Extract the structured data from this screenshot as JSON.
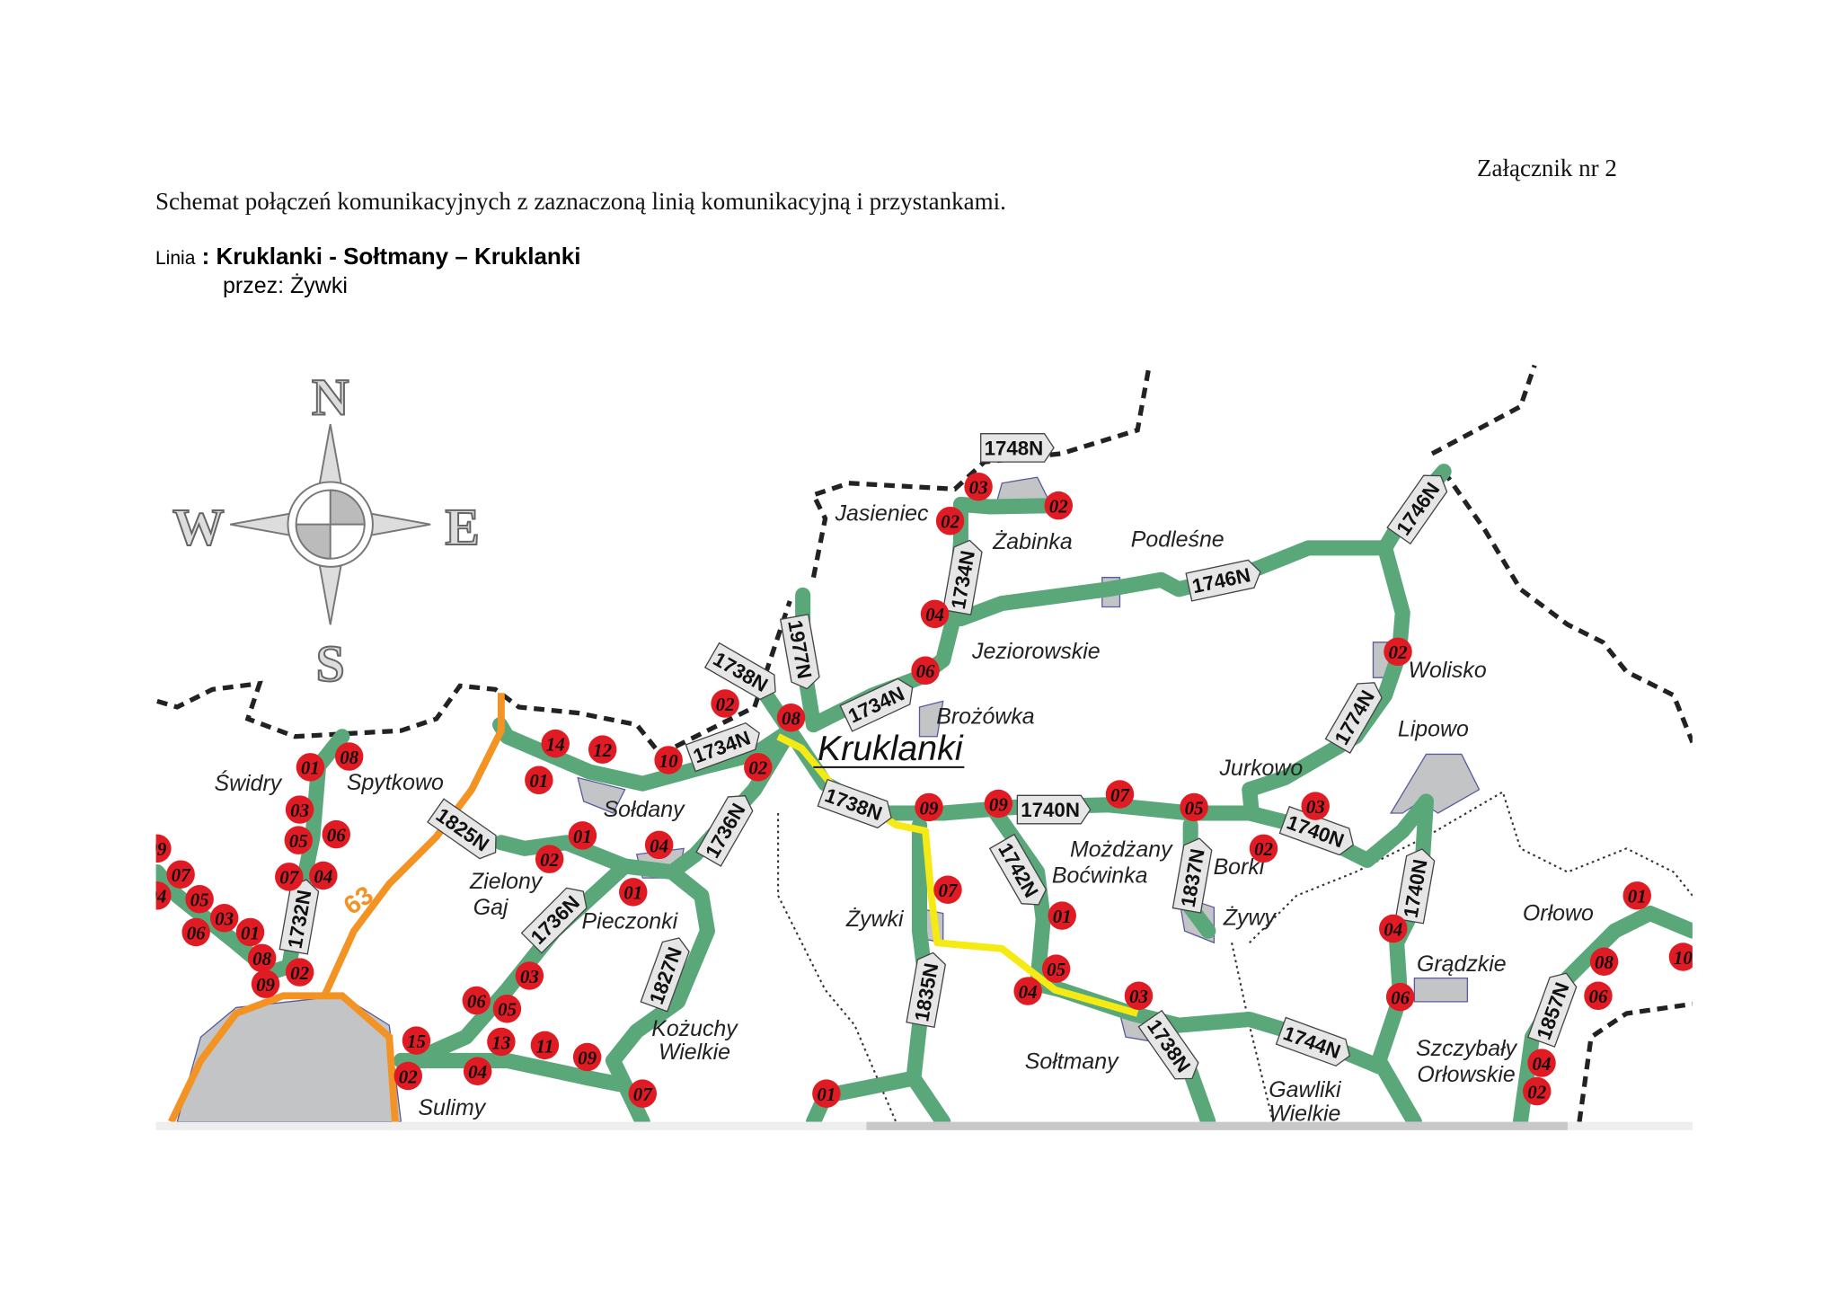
{
  "header": {
    "annex": "Załącznik nr 2",
    "heading": "Schemat połączeń komunikacyjnych z zaznaczoną linią komunikacyjną i przystankami.",
    "line_prefix": "Linia",
    "line_sep": " : ",
    "line_name": "Kruklanki - Sołtmany – Kruklanki",
    "via": "przez: Żywki"
  },
  "compass": {
    "n": "N",
    "s": "S",
    "w": "W",
    "e": "E"
  },
  "colors": {
    "road": "#5aa87a",
    "route": "#f5ea14",
    "national_road": "#f39324",
    "stop": "#e01b24",
    "town": "#c3c4c6"
  },
  "national_road": "63",
  "main_town": "Kruklanki",
  "places": [
    "Jasieniec",
    "Żabinka",
    "Podleśne",
    "Jeziorowskie",
    "Wolisko",
    "Brożówka",
    "Lipowo",
    "Jurkowo",
    "Świdry",
    "Spytkowo",
    "Sołdany",
    "Możdżany",
    "Borki",
    "Boćwinka",
    "Zielony",
    "Gaj",
    "Pieczonki",
    "Żywki",
    "Żywy",
    "Orłowo",
    "Grądzkie",
    "Kożuchy",
    "Wielkie",
    "Szczybały",
    "Orłowskie",
    "Sołtmany",
    "Gawliki",
    "Wielkie",
    "Sulimy"
  ],
  "road_labels": [
    "1748N",
    "1734N",
    "1746N",
    "1746N",
    "1977N",
    "1738N",
    "1734N",
    "1734N",
    "1774N",
    "1738N",
    "1740N",
    "1740N",
    "1736N",
    "1825N",
    "1742N",
    "1837N",
    "1740N",
    "1732N",
    "1736N",
    "1827N",
    "1835N",
    "1738N",
    "1744N",
    "1857N"
  ],
  "stops": [
    "01",
    "08",
    "03",
    "05",
    "06",
    "07",
    "04",
    "09",
    "07",
    "04",
    "05",
    "03",
    "06",
    "01",
    "08",
    "09",
    "02",
    "14",
    "12",
    "01",
    "10",
    "02",
    "02",
    "08",
    "01",
    "02",
    "04",
    "01",
    "03",
    "06",
    "05",
    "15",
    "02",
    "13",
    "04",
    "11",
    "09",
    "07",
    "01",
    "03",
    "02",
    "02",
    "04",
    "06",
    "09",
    "09",
    "07",
    "05",
    "03",
    "02",
    "02",
    "07",
    "01",
    "05",
    "04",
    "03",
    "04",
    "06",
    "01",
    "08",
    "06",
    "10",
    "04",
    "02"
  ]
}
